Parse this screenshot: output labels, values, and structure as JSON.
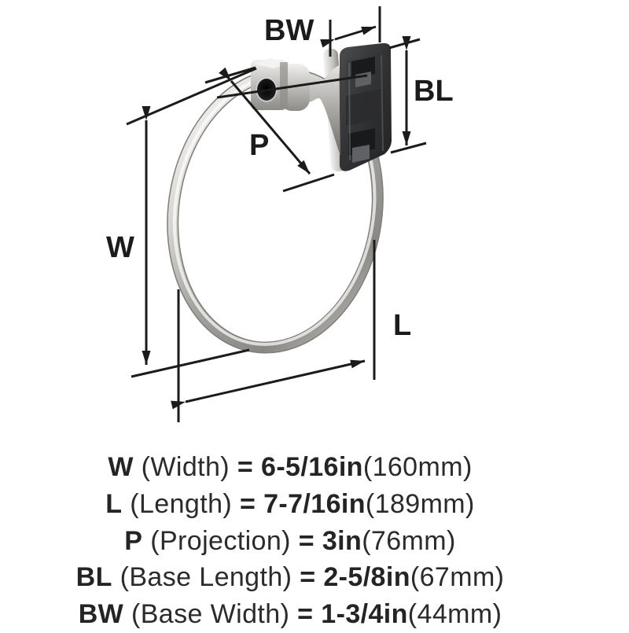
{
  "diagram": {
    "labels": {
      "bw": "BW",
      "bl": "BL",
      "p": "P",
      "w": "W",
      "l": "L"
    },
    "colors": {
      "annotation": "#1b1b1b",
      "background": "#ffffff",
      "ring_metal": "#b5b3b0",
      "base_plate": "#333537"
    }
  },
  "specs": {
    "rows": [
      {
        "label": "W",
        "name": "(Width)",
        "eq": "=",
        "value": "6-5/16in",
        "metric": "(160mm)"
      },
      {
        "label": "L",
        "name": "(Length)",
        "eq": "=",
        "value": "7-7/16in",
        "metric": "(189mm)"
      },
      {
        "label": "P",
        "name": "(Projection)",
        "eq": "=",
        "value": "3in",
        "metric": "(76mm)"
      },
      {
        "label": "BL",
        "name": "(Base Length)",
        "eq": "=",
        "value": "2-5/8in",
        "metric": "(67mm)"
      },
      {
        "label": "BW",
        "name": "(Base Width)",
        "eq": "=",
        "value": "1-3/4in",
        "metric": "(44mm)"
      }
    ]
  }
}
